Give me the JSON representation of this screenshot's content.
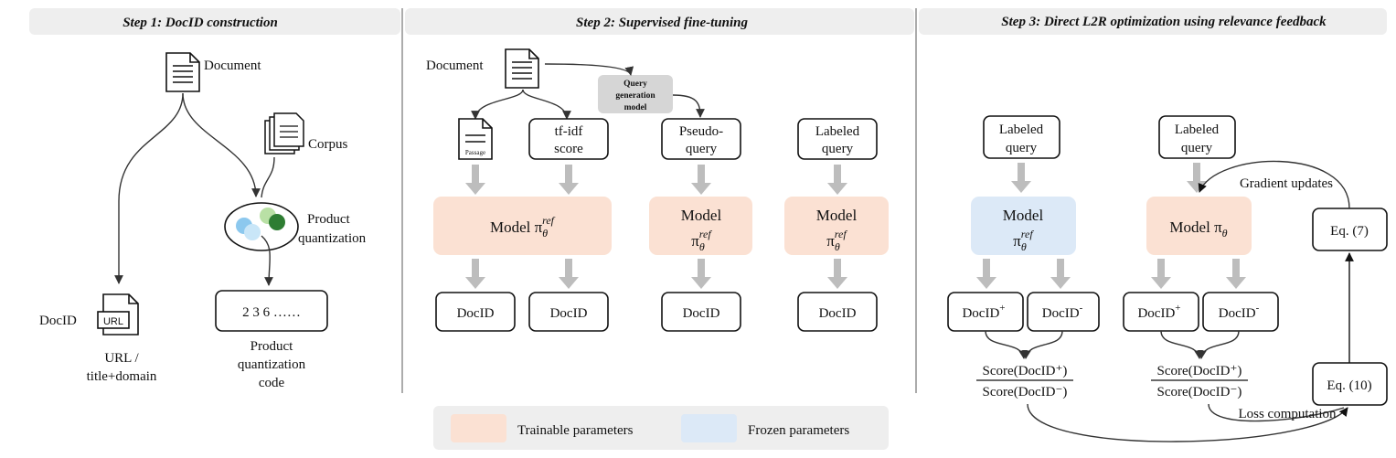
{
  "headers": {
    "step1": "Step 1: DocID construction",
    "step2": "Step 2: Supervised fine-tuning",
    "step3": "Step 3: Direct L2R optimization using relevance feedback"
  },
  "step1": {
    "document_label": "Document",
    "corpus_label": "Corpus",
    "pq_label_1": "Product",
    "pq_label_2": "quantization",
    "docid_label": "DocID",
    "url_icon_text": "URL",
    "url_caption_1": "URL /",
    "url_caption_2": "title+domain",
    "code_box": "2 3 6 ……",
    "code_caption_1": "Product",
    "code_caption_2": "quantization",
    "code_caption_3": "code"
  },
  "step2": {
    "document_label": "Document",
    "qgen_1": "Query",
    "qgen_2": "generation",
    "qgen_3": "model",
    "passage_label": "Passage",
    "tfidf_1": "tf-idf",
    "tfidf_2": "score",
    "pseudo_1": "Pseudo-",
    "pseudo_2": "query",
    "labeled_1": "Labeled",
    "labeled_2": "query",
    "model_word": "Model",
    "docid": "DocID"
  },
  "step3": {
    "labeled_1": "Labeled",
    "labeled_2": "query",
    "model_word": "Model",
    "docid_pos": "DocID",
    "docid_neg": "DocID",
    "plus_sup": "+",
    "minus_sup": "-",
    "score_pos": "Score(DocID⁺)",
    "score_neg": "Score(DocID⁻)",
    "eq7": "Eq. (7)",
    "eq10": "Eq. (10)",
    "gradient": "Gradient updates",
    "loss": "Loss computation"
  },
  "legend": {
    "trainable": "Trainable parameters",
    "frozen": "Frozen parameters"
  },
  "colors": {
    "trainable": "#fbe1d3",
    "frozen": "#dce9f7",
    "header_bg": "#eeeeee",
    "arrow_gray": "#bdbdbd",
    "pq_light_green": "#b9e0a5",
    "pq_dark_green": "#2e7d32",
    "pq_blue": "#8cc8ee",
    "pq_light_blue": "#c9e6f8"
  }
}
